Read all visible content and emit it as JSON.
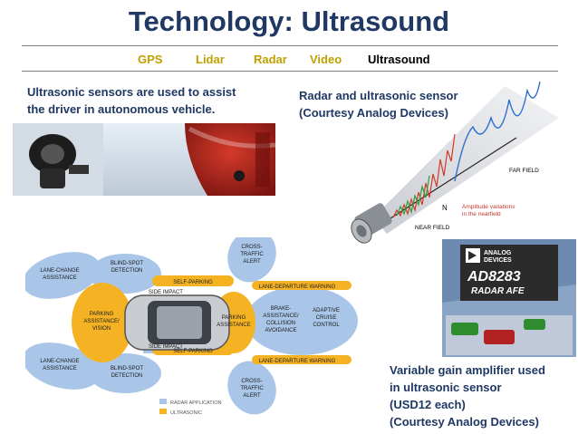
{
  "title": "Technology: Ultrasound",
  "nav": {
    "items": [
      "GPS",
      "Lidar",
      "Radar",
      "Video",
      "Ultrasound"
    ],
    "active_index": 4
  },
  "left_caption": {
    "line1": "Ultrasonic sensors are used to assist",
    "line2": "the driver in autonomous  vehicle."
  },
  "right_caption": {
    "line1": "Radar and ultrasonic sensor",
    "line2": "(Courtesy Analog Devices)"
  },
  "bottom_caption": {
    "line1": "Variable gain amplifier used",
    "line2": "in ultrasonic sensor",
    "line3": "(USD12 each)",
    "line4": "(Courtesy Analog Devices)"
  },
  "sensor_diagram": {
    "far_field": "FAR FIELD",
    "near_field": "NEAR FIELD",
    "amp_line1": "Amplitude variations",
    "amp_line2": "in the nearfield",
    "n_label": "N"
  },
  "chip_graphic": {
    "brand_line1": "ANALOG",
    "brand_line2": "DEVICES",
    "part": "AD8283",
    "subtitle": "RADAR AFE"
  },
  "car_diagram": {
    "lane_change_top": [
      "LANE-CHANGE",
      "ASSISTANCE"
    ],
    "lane_change_bottom": [
      "LANE-CHANGE",
      "ASSISTANCE"
    ],
    "blind_spot_top": [
      "BLIND-SPOT",
      "DETECTION"
    ],
    "blind_spot_bottom": [
      "BLIND-SPOT",
      "DETECTION"
    ],
    "cross_traffic_top": [
      "CROSS-",
      "TRAFFIC",
      "ALERT"
    ],
    "cross_traffic_bottom": [
      "CROSS-",
      "TRAFFIC",
      "ALERT"
    ],
    "parking_rear": [
      "PARKING",
      "ASSISTANCE/",
      "VISION"
    ],
    "self_parking_top": "SELF-PARKING",
    "self_parking_bottom": "SELF-PARKING",
    "side_impact_top": "SIDE IMPACT",
    "side_impact_bottom": "SIDE IMPACT",
    "lane_departure_top": "LANE-DEPARTURE WARNING",
    "lane_departure_bottom": "LANE-DEPARTURE WARNING",
    "parking_front": [
      "PARKING",
      "ASSISTANCE"
    ],
    "brake": [
      "BRAKE-",
      "ASSISTANCE/",
      "COLLISION",
      "AVOIDANCE"
    ],
    "acc": [
      "ADAPTIVE",
      "CRUISE",
      "CONTROL"
    ],
    "legend_radar": "RADAR APPLICATION",
    "legend_ultra": "ULTRASONIC"
  },
  "colors": {
    "title": "#1f3864",
    "nav": "#c0a000",
    "radar_zone": "#a9c6e8",
    "ultrasonic_zone": "#f5b324"
  }
}
